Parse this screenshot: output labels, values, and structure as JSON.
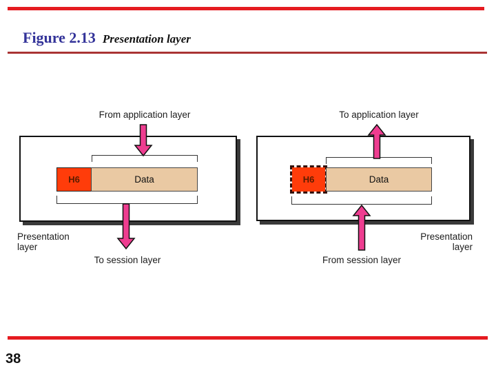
{
  "page": {
    "figure_label": "Figure 2.13",
    "figure_title": "Presentation layer",
    "page_number": "38"
  },
  "colors": {
    "accent_red": "#e51b20",
    "rule_dark_red": "#a93434",
    "title_blue": "#333399",
    "arrow_pink": "#ee3d90",
    "header_orange": "#ff3c0a",
    "data_tan": "#eac9a3"
  },
  "left_diagram": {
    "top_label": "From application layer",
    "header_label": "H6",
    "data_label": "Data",
    "layer_label_lines": [
      "Presentation",
      "layer"
    ],
    "bottom_label": "To session layer"
  },
  "right_diagram": {
    "top_label": "To application layer",
    "header_label": "H6",
    "data_label": "Data",
    "layer_label_lines": [
      "Presentation",
      "layer"
    ],
    "bottom_label": "From session layer"
  }
}
